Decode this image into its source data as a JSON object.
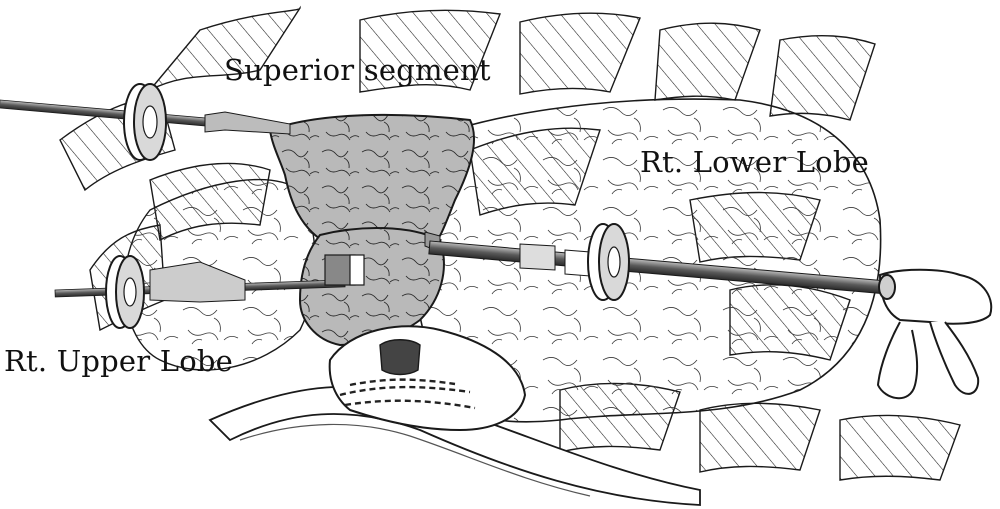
{
  "labels": {
    "superior_segment": "Superior segment",
    "right_lower_lobe": "Rt. Lower Lobe",
    "right_upper_lobe": "Rt. Upper Lobe"
  },
  "colors": {
    "ink": "#1a1a1a",
    "paper": "#ffffff",
    "tissue_shade": "#d2d2d2",
    "instrument_shaft": "#6d6d6d"
  }
}
